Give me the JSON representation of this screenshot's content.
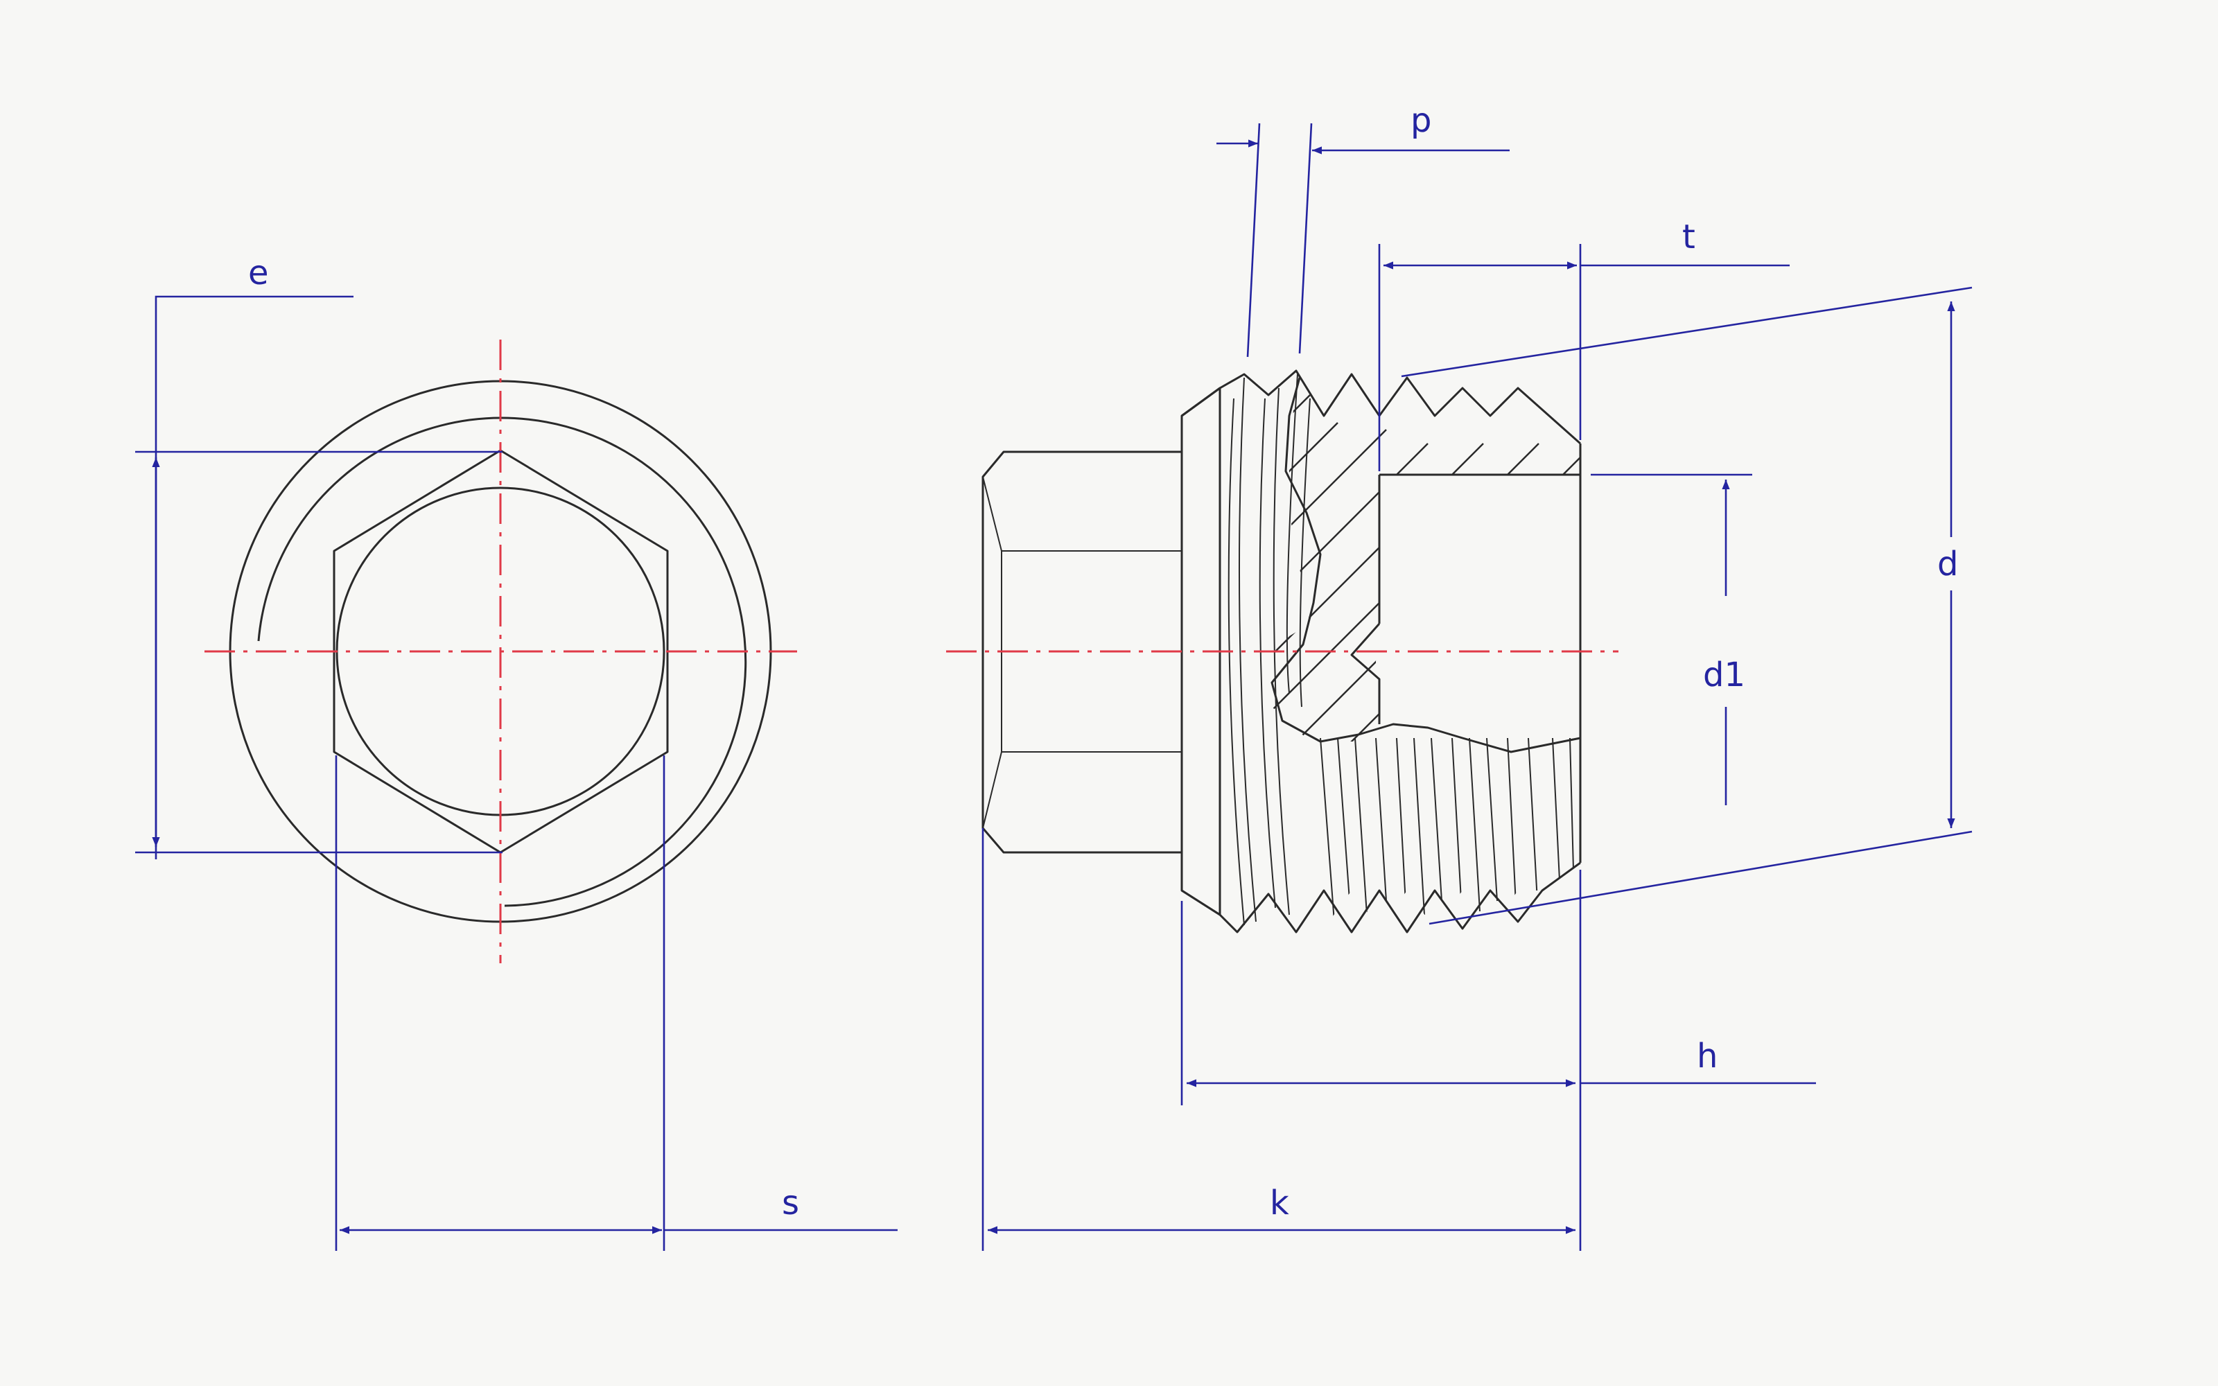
{
  "colors": {
    "outline": "#2a2a2a",
    "dimension": "#2424a0",
    "centerline": "#e03a48",
    "background": "#f7f7f5"
  },
  "labels": {
    "e": "e",
    "s": "s",
    "k": "k",
    "h": "h",
    "p": "p",
    "t": "t",
    "d": "d",
    "d1": "d1"
  }
}
